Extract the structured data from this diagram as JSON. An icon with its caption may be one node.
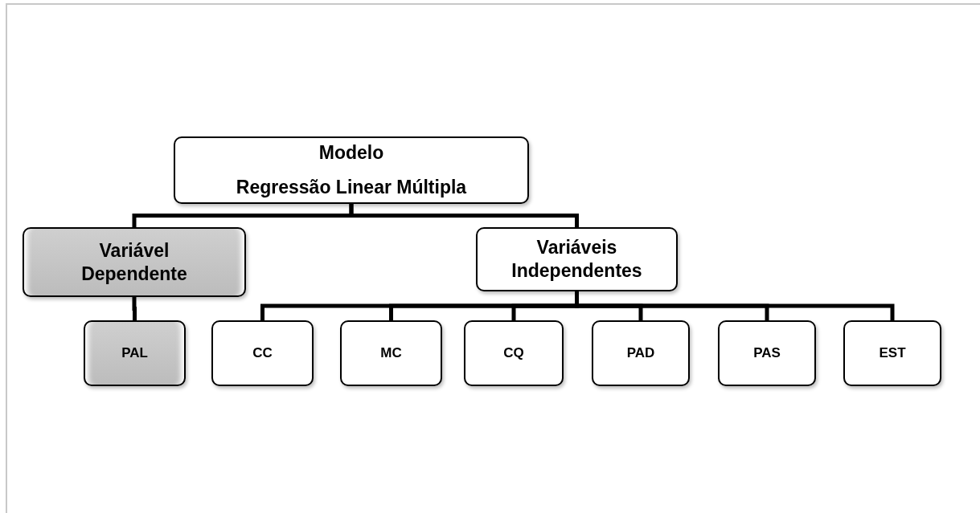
{
  "diagram": {
    "nodes": [
      {
        "text": [
          "Modelo",
          "Regressão Linear Múltipla"
        ]
      },
      {
        "text": [
          "Variável Dependente"
        ]
      },
      {
        "text": [
          "Variáveis Independentes"
        ]
      },
      {
        "text": [
          "PAL"
        ]
      },
      {
        "text": [
          "CC"
        ]
      },
      {
        "text": [
          "MC"
        ]
      },
      {
        "text": [
          "CQ"
        ]
      },
      {
        "text": [
          "PAD"
        ]
      },
      {
        "text": [
          "PAS"
        ]
      },
      {
        "text": [
          "EST"
        ]
      }
    ],
    "edges": [
      {
        "from": 0,
        "to": 1,
        "arrow": "none"
      },
      {
        "from": 0,
        "to": 2,
        "arrow": "none"
      },
      {
        "from": 1,
        "to": 3,
        "arrow": "none"
      },
      {
        "from": 2,
        "to": 4,
        "arrow": "none"
      },
      {
        "from": 2,
        "to": 5,
        "arrow": "none"
      },
      {
        "from": 2,
        "to": 6,
        "arrow": "none"
      },
      {
        "from": 2,
        "to": 7,
        "arrow": "none"
      },
      {
        "from": 2,
        "to": 8,
        "arrow": "none"
      },
      {
        "from": 2,
        "to": 9,
        "arrow": "none"
      }
    ]
  }
}
